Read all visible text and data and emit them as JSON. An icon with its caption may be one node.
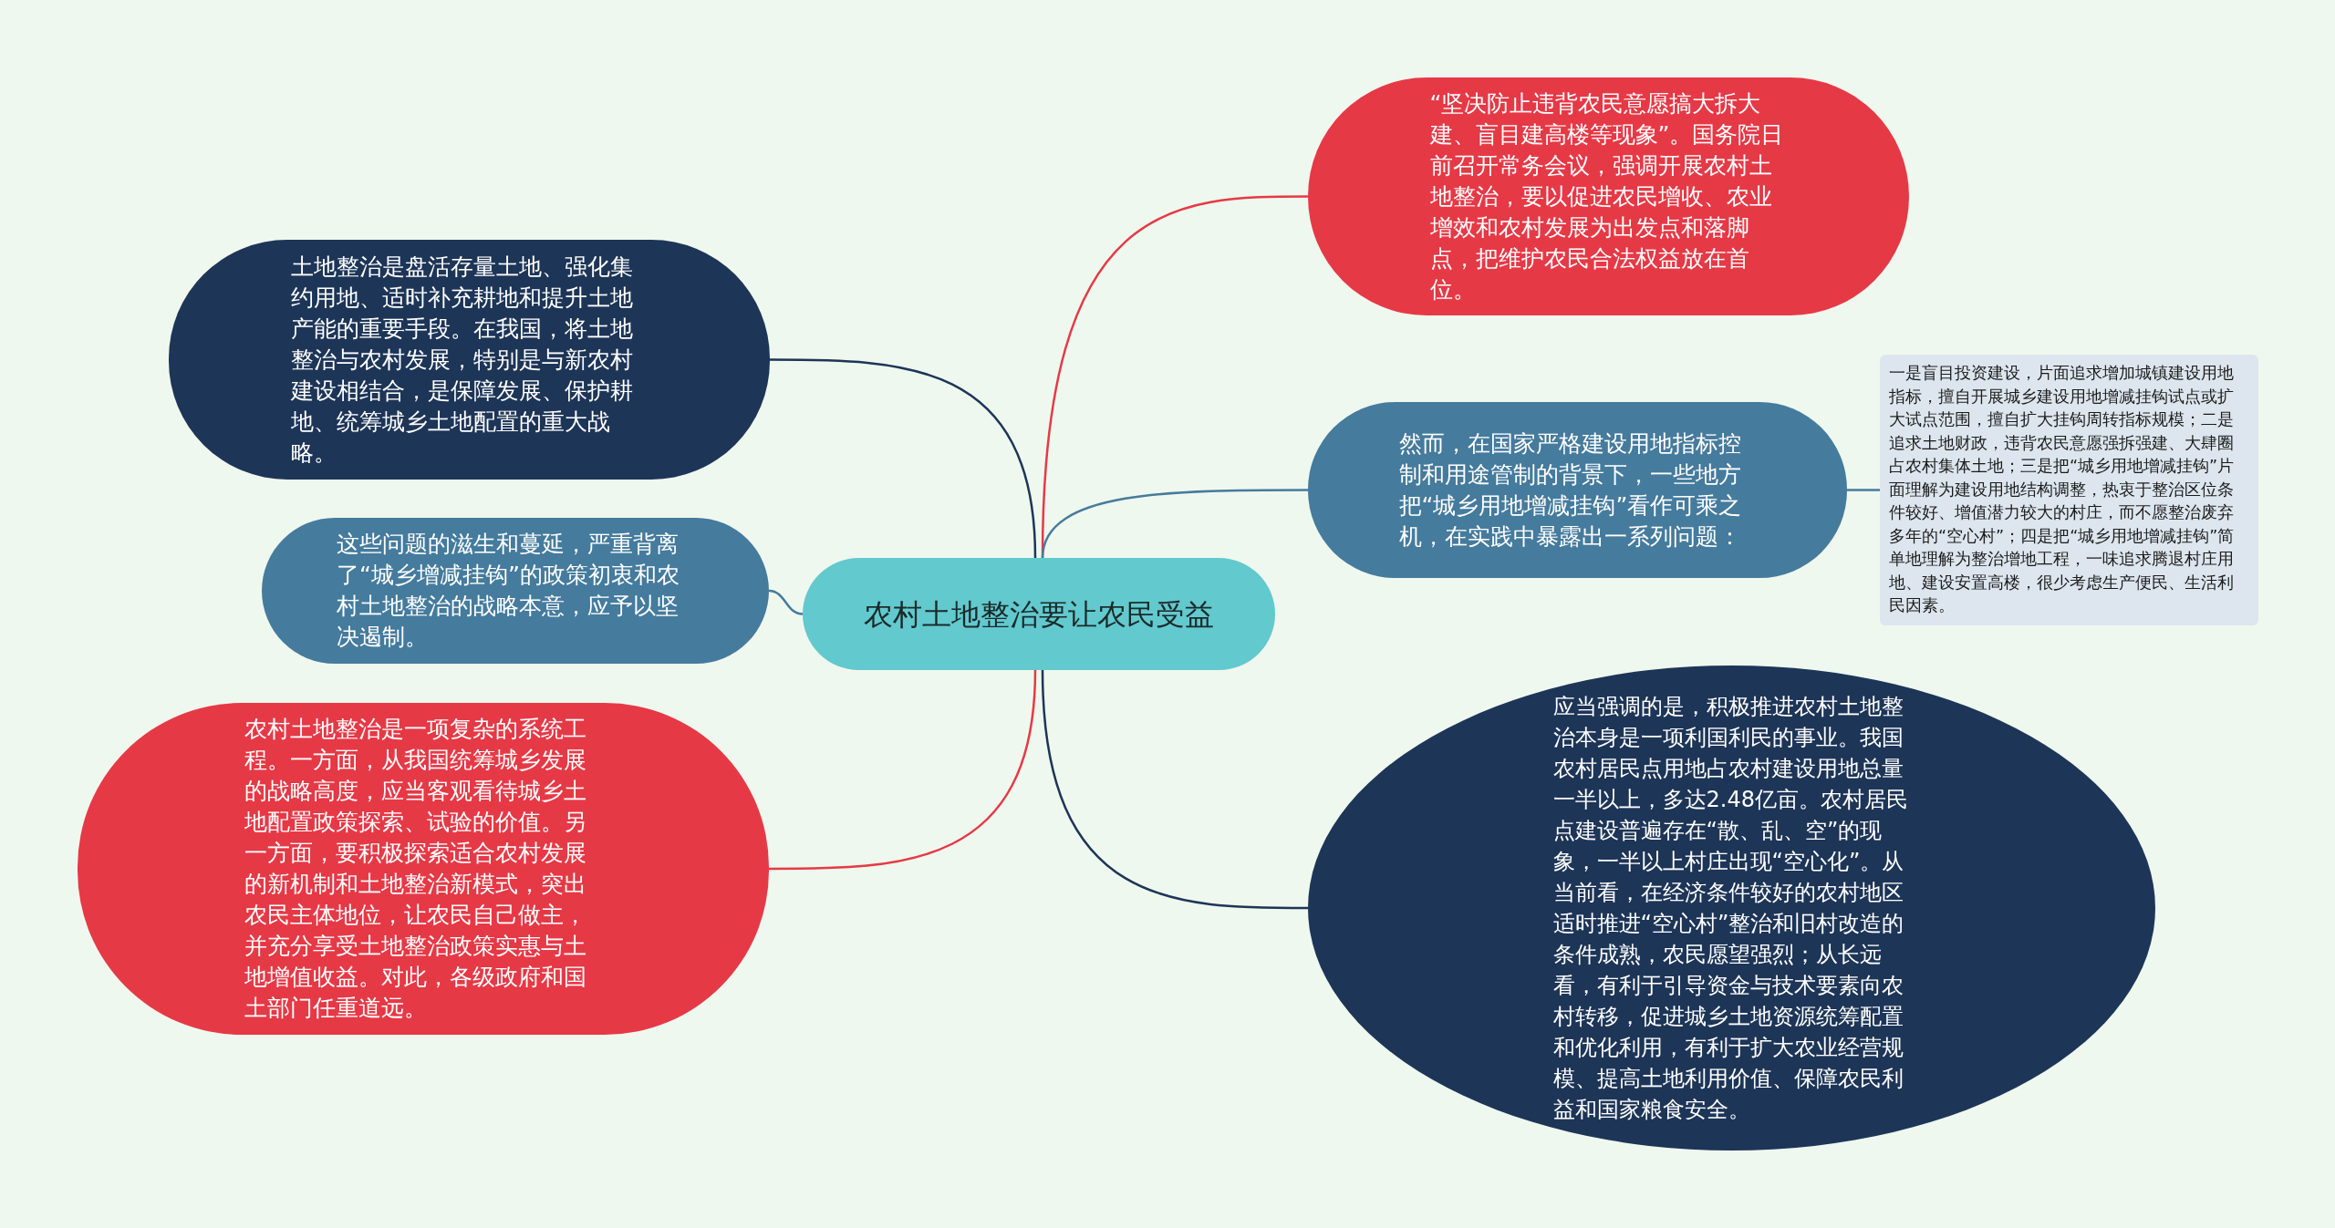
{
  "diagram": {
    "nodes": [
      {
        "text": [
          "农村土地整治要让农民受益"
        ]
      },
      {
        "text": [
          "“坚决防止违背农民意愿搞大拆大建、盲目建高楼等现象”。国务院日前召开常务会议，强调开展农村土地整治，要以促进农民增收、农业增效和农村发展为出发点和落脚点，把维护农民合法权益放在首位。"
        ]
      },
      {
        "text": [
          "然而，在国家严格建设用地指标控制和用途管制的背景下，一些地方把“城乡用地增减挂钩”看作可乘之机，在实践中暴露出一系列问题："
        ]
      },
      {
        "text": [
          "一是盲目投资建设，片面追求增加城镇建设用地指标，擅自开展城乡建设用地增减挂钩试点或扩大试点范围，擅自扩大挂钩周转指标规模；二是追求土地财政，违背农民意愿强拆强建、大肆圈占农村集体土地；三是把“城乡用地增减挂钩”片面理解为建设用地结构调整，热衷于整治区位条件较好、增值潜力较大的村庄，而不愿整治废弃多年的“空心村”；四是把“城乡用地增减挂钩”简单地理解为整治增地工程，一味追求腾退村庄用地、建设安置高楼，很少考虑生产便民、生活利民因素。"
        ]
      },
      {
        "text": [
          "应当强调的是，积极推进农村土地整治本身是一项利国利民的事业。我国农村居民点用地占农村建设用地总量一半以上，多达2.48亿亩。农村居民点建设普遍存在“散、乱、空”的现象，一半以上村庄出现“空心化”。从当前看，在经济条件较好的农村地区适时推进“空心村”整治和旧村改造的条件成熟，农民愿望强烈；从长远看，有利于引导资金与技术要素向农村转移，促进城乡土地资源统筹配置和优化利用，有利于扩大农业经营规模、提高土地利用价值、保障农民利益和国家粮食安全。"
        ]
      },
      {
        "text": [
          "土地整治是盘活存量土地、强化集约用地、适时补充耕地和提升土地产能的重要手段。在我国，将土地整治与农村发展，特别是与新农村建设相结合，是保障发展、保护耕地、统筹城乡土地配置的重大战略。"
        ]
      },
      {
        "text": [
          "这些问题的滋生和蔓延，严重背离了“城乡增减挂钩”的政策初衷和农村土地整治的战略本意，应予以坚决遏制。"
        ]
      },
      {
        "text": [
          "农村土地整治是一项复杂的系统工程。一方面，从我国统筹城乡发展的战略高度，应当客观看待城乡土地配置政策探索、试验的价值。另一方面，要积极探索适合农村发展的新机制和土地整治新模式，突出农民主体地位，让农民自己做主，并充分享受土地整治政策实惠与土地增值收益。对此，各级政府和国土部门任重道远。"
        ]
      }
    ],
    "edges": [
      {
        "from": 0,
        "to": 1,
        "arrow": "none",
        "color": "#e63946"
      },
      {
        "from": 0,
        "to": 2,
        "arrow": "none"
      },
      {
        "from": 2,
        "to": 3,
        "arrow": "none"
      },
      {
        "from": 0,
        "to": 4,
        "arrow": "none",
        "color": "#1d3557"
      },
      {
        "from": 0,
        "to": 5,
        "arrow": "none",
        "color": "#1d3557"
      },
      {
        "from": 0,
        "to": 6,
        "arrow": "none"
      },
      {
        "from": 0,
        "to": 7,
        "arrow": "none",
        "color": "#e63946"
      }
    ]
  }
}
